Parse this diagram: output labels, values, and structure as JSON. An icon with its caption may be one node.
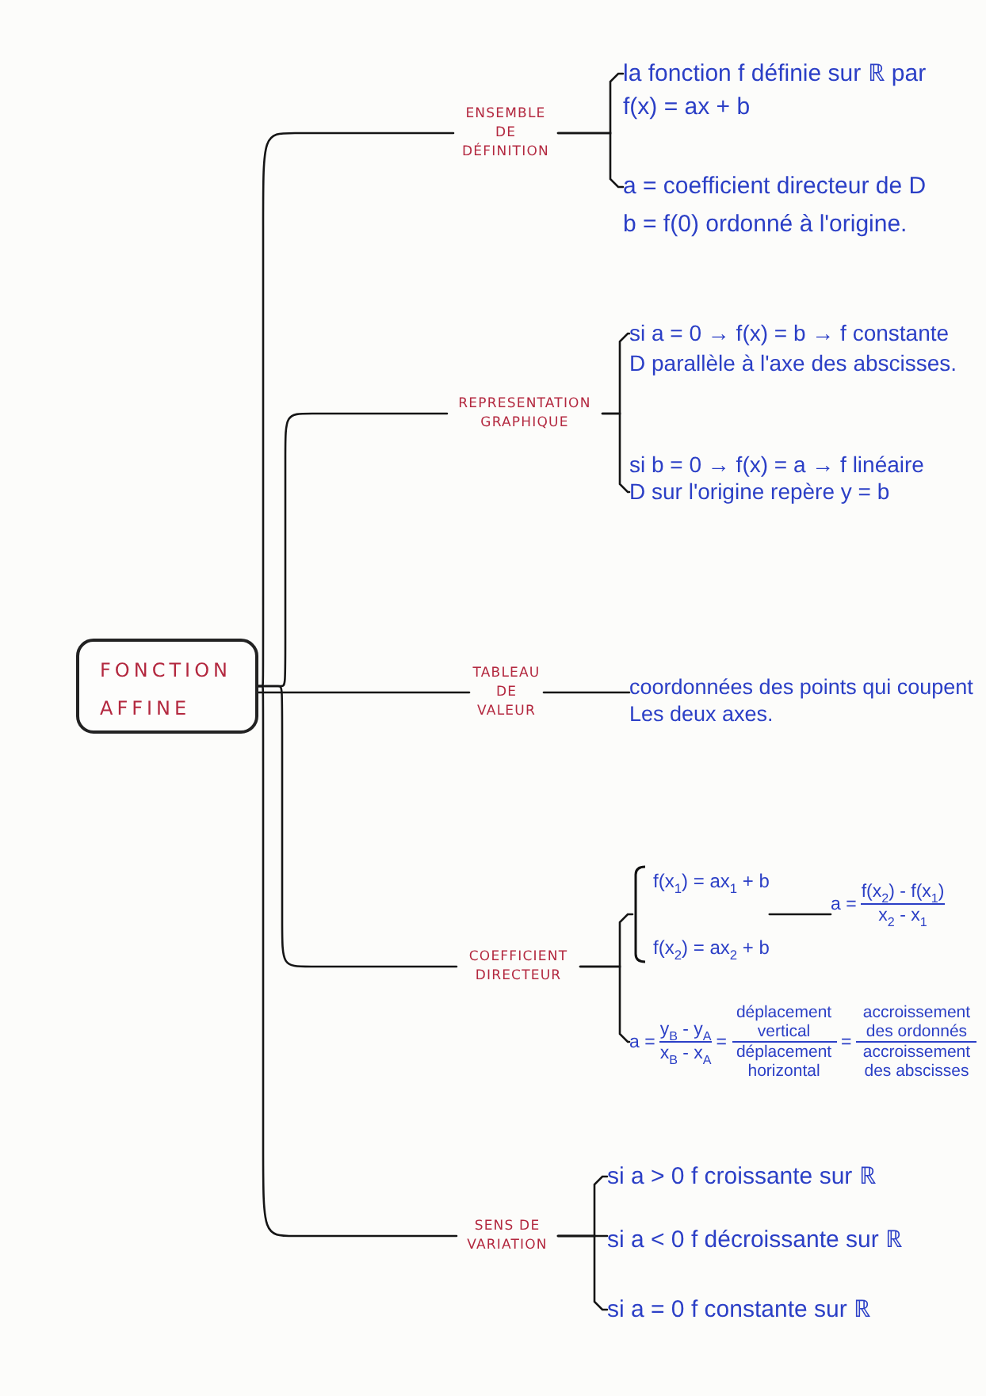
{
  "diagram": {
    "nodes": [
      {
        "text": [
          "FONCTION AFFINE"
        ]
      },
      {
        "text": [
          "ENSEMBLE DE DÉFINITION"
        ]
      },
      {
        "text": [
          "la fonction f définie sur ℝ par f(x) = ax + b"
        ]
      },
      {
        "text": [
          "a = coefficient directeur de D",
          "b = f(0) ordonné à l'origine."
        ]
      },
      {
        "text": [
          "REPRESENTATION GRAPHIQUE"
        ]
      },
      {
        "text": [
          "si a = 0 → f(x) = b → f constante",
          "D parallèle à l'axe des abscisses."
        ]
      },
      {
        "text": [
          "si b = 0 → f(x) = a → f linéaire",
          "D sur l'origine repère y = b"
        ]
      },
      {
        "text": [
          "TABLEAU DE VALEUR"
        ]
      },
      {
        "text": [
          "coordonnées des points qui coupent Les deux axes."
        ]
      },
      {
        "text": [
          "COEFFICIENT DIRECTEUR"
        ]
      },
      {
        "text": [
          "f(x$_{1}$) = ax$_{1}$ + b",
          "f(x$_{2}$) = ax$_{2}$ + b"
        ]
      },
      {
        "text": [
          "a =",
          "f(x$_{2}$) - f(x$_{1}$)",
          "x$_{2}$ - x$_{1}$"
        ]
      },
      {
        "text": [
          "a =",
          "y$_{B}$ - y$_{A}$",
          "x$_{B}$ - x$_{A}$",
          "=",
          "déplacement vertical",
          "déplacement horizontal",
          "=",
          "accroissement des ordonnés",
          "accroissement des abscisses"
        ]
      },
      {
        "text": [
          "SENS DE VARIATION"
        ]
      },
      {
        "text": [
          "si a > 0 f croissante sur ℝ"
        ]
      },
      {
        "text": [
          "si a < 0 f décroissante sur ℝ"
        ]
      },
      {
        "text": [
          "si a = 0 f constante sur ℝ"
        ]
      }
    ],
    "edges": [
      {
        "from": 0,
        "to": 1,
        "arrow": "none"
      },
      {
        "from": 0,
        "to": 4,
        "arrow": "none"
      },
      {
        "from": 0,
        "to": 7,
        "arrow": "none"
      },
      {
        "from": 0,
        "to": 9,
        "arrow": "none"
      },
      {
        "from": 0,
        "to": 13,
        "arrow": "none"
      },
      {
        "from": 1,
        "to": 2,
        "arrow": "none"
      },
      {
        "from": 1,
        "to": 3,
        "arrow": "none"
      },
      {
        "from": 4,
        "to": 5,
        "arrow": "none"
      },
      {
        "from": 4,
        "to": 6,
        "arrow": "none"
      },
      {
        "from": 7,
        "to": 8,
        "arrow": "none"
      },
      {
        "from": 9,
        "to": 10,
        "arrow": "none"
      },
      {
        "from": 9,
        "to": 12,
        "arrow": "none"
      },
      {
        "from": 10,
        "to": 11,
        "arrow": "none"
      },
      {
        "from": 13,
        "to": 14,
        "arrow": "none"
      },
      {
        "from": 13,
        "to": 15,
        "arrow": "none"
      },
      {
        "from": 13,
        "to": 16,
        "arrow": "none"
      }
    ]
  }
}
